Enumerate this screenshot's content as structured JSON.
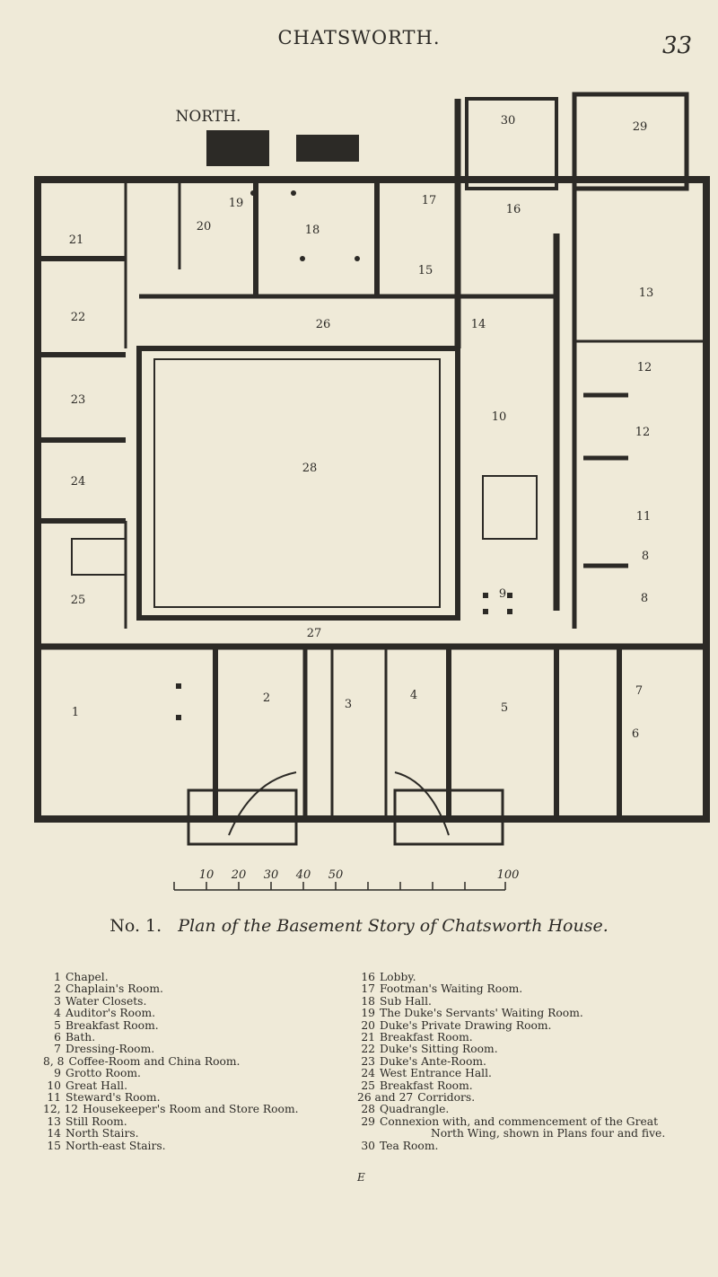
{
  "header": {
    "running_title": "CHATSWORTH.",
    "page_number": "33"
  },
  "plan": {
    "compass_label": "NORTH.",
    "rooms": [
      "30",
      "29",
      "19",
      "17",
      "16",
      "21",
      "20",
      "18",
      "15",
      "13",
      "22",
      "26",
      "14",
      "12",
      "10",
      "23",
      "12",
      "28",
      "24",
      "11",
      "8",
      "25",
      "9",
      "8",
      "27",
      "1",
      "2",
      "3",
      "4",
      "5",
      "7",
      "6"
    ],
    "scale_labels": [
      "10",
      "20",
      "30",
      "40",
      "50",
      "100"
    ]
  },
  "caption": {
    "number": "No. 1.",
    "title": "Plan of the Basement Story of Chatsworth House."
  },
  "legend": {
    "left": [
      {
        "n": "1",
        "t": "Chapel."
      },
      {
        "n": "2",
        "t": "Chaplain's Room."
      },
      {
        "n": "3",
        "t": "Water Closets."
      },
      {
        "n": "4",
        "t": "Auditor's Room."
      },
      {
        "n": "5",
        "t": "Breakfast Room."
      },
      {
        "n": "6",
        "t": "Bath."
      },
      {
        "n": "7",
        "t": "Dressing-Room."
      },
      {
        "n": "8, 8",
        "t": "Coffee-Room and China Room."
      },
      {
        "n": "9",
        "t": "Grotto Room."
      },
      {
        "n": "10",
        "t": "Great Hall."
      },
      {
        "n": "11",
        "t": "Steward's Room."
      },
      {
        "n": "12, 12",
        "t": "Housekeeper's Room and Store Room."
      },
      {
        "n": "13",
        "t": "Still Room."
      },
      {
        "n": "14",
        "t": "North Stairs."
      },
      {
        "n": "15",
        "t": "North-east Stairs."
      }
    ],
    "right": [
      {
        "n": "16",
        "t": "Lobby."
      },
      {
        "n": "17",
        "t": "Footman's Waiting Room."
      },
      {
        "n": "18",
        "t": "Sub Hall."
      },
      {
        "n": "19",
        "t": "The Duke's Servants' Waiting Room."
      },
      {
        "n": "20",
        "t": "Duke's Private Drawing Room."
      },
      {
        "n": "21",
        "t": "Breakfast Room."
      },
      {
        "n": "22",
        "t": "Duke's Sitting Room."
      },
      {
        "n": "23",
        "t": "Duke's Ante-Room."
      },
      {
        "n": "24",
        "t": "West Entrance Hall."
      },
      {
        "n": "25",
        "t": "Breakfast Room."
      },
      {
        "n": "26 and 27",
        "t": "Corridors."
      },
      {
        "n": "28",
        "t": "Quadrangle."
      },
      {
        "n": "29",
        "t": "Connexion with, and commencement of the Great"
      },
      {
        "n": "",
        "t": "North Wing, shown in Plans four and five."
      },
      {
        "n": "30",
        "t": "Tea Room."
      }
    ],
    "signature": "E"
  }
}
